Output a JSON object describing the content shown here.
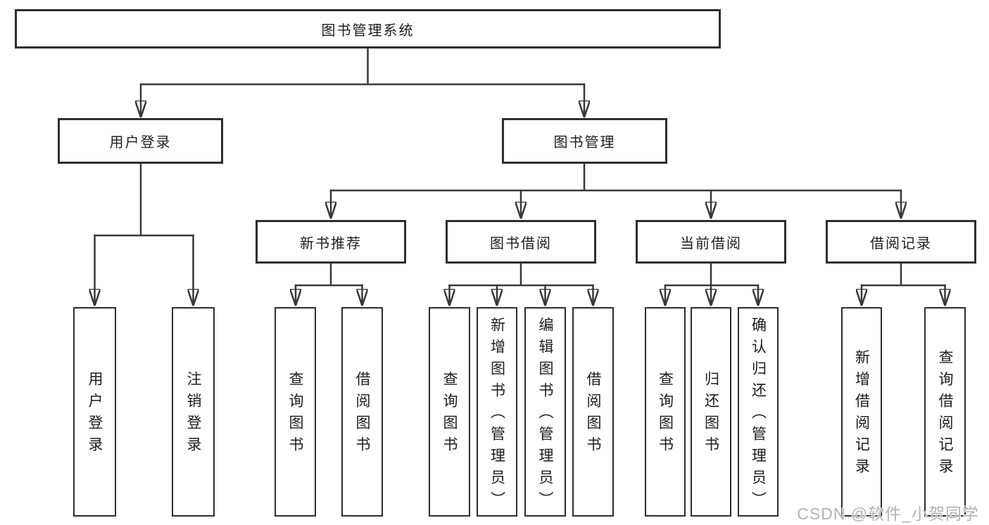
{
  "diagram": {
    "root": "图书管理系统",
    "branches": [
      {
        "label": "用户登录",
        "children": [
          {
            "label": "用户登录"
          },
          {
            "label": "注销登录"
          }
        ]
      },
      {
        "label": "图书管理",
        "groups": [
          {
            "label": "新书推荐",
            "children": [
              {
                "label": "查询图书"
              },
              {
                "label": "借阅图书"
              }
            ]
          },
          {
            "label": "图书借阅",
            "children": [
              {
                "label": "查询图书"
              },
              {
                "label": "新增图书（管理员）"
              },
              {
                "label": "编辑图书（管理员）"
              },
              {
                "label": "借阅图书"
              }
            ]
          },
          {
            "label": "当前借阅",
            "children": [
              {
                "label": "查询图书"
              },
              {
                "label": "归还图书"
              },
              {
                "label": "确认归还（管理员）"
              }
            ]
          },
          {
            "label": "借阅记录",
            "children": [
              {
                "label": "新增借阅记录"
              },
              {
                "label": "查询借阅记录"
              }
            ]
          }
        ]
      }
    ]
  },
  "colors": {
    "line": "#383838",
    "text": "#1d1d1d",
    "watermark": "#b3b3b3"
  },
  "watermark": "CSDN @软件_小贺同学"
}
